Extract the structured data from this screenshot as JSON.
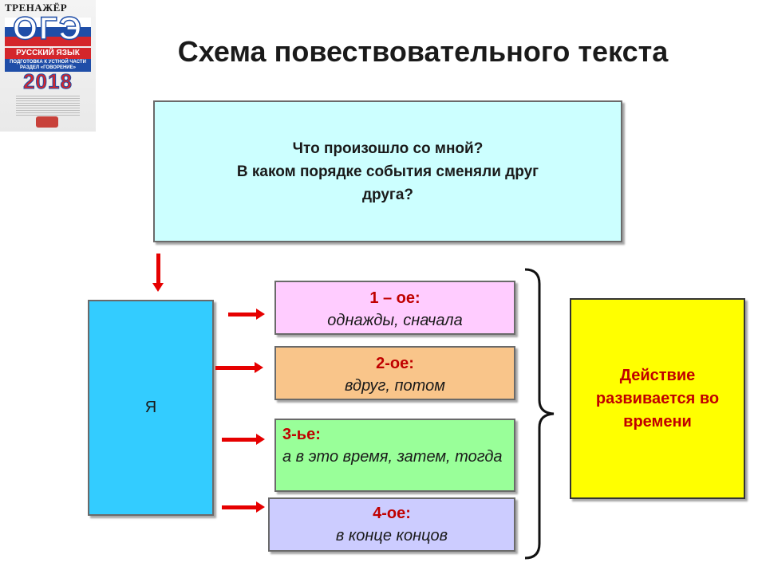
{
  "cover": {
    "brand": "ТРЕНАЖЁР",
    "exam": "ОГЭ",
    "subject": "РУССКИЙ ЯЗЫК",
    "section": "ПОДГОТОВКА К УСТНОЙ ЧАСТИ РАЗДЕЛ «ГОВОРЕНИЕ»",
    "year": "2018"
  },
  "title": "Схема повествовательного текста",
  "question_box": {
    "lines": [
      "Что произошло со мной?",
      "В каком порядке события сменяли друг",
      "друга?"
    ]
  },
  "actor": "Я",
  "stages": [
    {
      "label": "1 – ое:",
      "words": "однажды, сначала"
    },
    {
      "label": "2-ое:",
      "words": "вдруг, потом"
    },
    {
      "label": "3-ье:",
      "words": "а в это время, затем, тогда"
    },
    {
      "label": "4-ое:",
      "words": "в конце концов"
    }
  ],
  "result": "Действие развивается во времени",
  "colors": {
    "question_bg": "#ccffff",
    "actor_bg": "#33ccff",
    "stage1_bg": "#ffccff",
    "stage2_bg": "#f9c58a",
    "stage3_bg": "#99ff99",
    "stage4_bg": "#ccccff",
    "result_bg": "#ffff00",
    "accent_red": "#e60000",
    "label_red": "#c00000"
  }
}
